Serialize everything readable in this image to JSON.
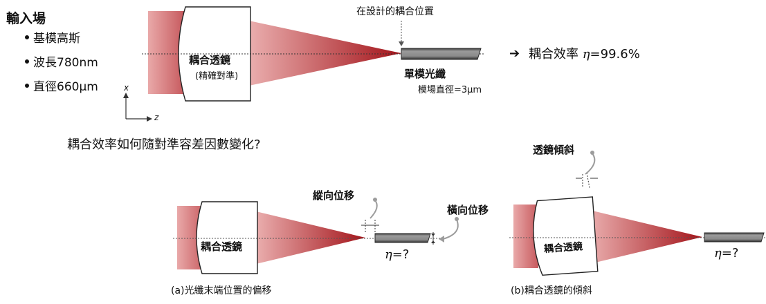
{
  "input_field": {
    "title": "輸入場",
    "bullets": [
      "基模高斯",
      "波長780nm",
      "直徑660μm"
    ]
  },
  "axes": {
    "x": "x",
    "z": "z"
  },
  "top_diagram": {
    "lens_label": "耦合透鏡",
    "lens_sub": "(精確對準)",
    "coupling_position": "在設計的耦合位置",
    "fiber_label": "單模光纖",
    "mode_field": "模場直徑=3μm",
    "result_arrow": "➔",
    "result_text": "耦合效率",
    "eta": "η",
    "result_value": "=99.6%"
  },
  "question": "耦合效率如何隨對準容差因數變化?",
  "panel_a": {
    "lens_label": "耦合透鏡",
    "longitudinal": "縱向位移",
    "lateral": "橫向位移",
    "eta": "η",
    "eta_value": "=?",
    "caption": "(a)光纖末端位置的偏移"
  },
  "panel_b": {
    "lens_label": "耦合透鏡",
    "tilt": "透鏡傾斜",
    "eta": "η",
    "eta_value": "=?",
    "caption": "(b)耦合透鏡的傾斜"
  },
  "colors": {
    "beam_light": "#e8a0a0",
    "beam_dark": "#a8151b",
    "fiber": "#8a8a8a",
    "fiber_dark": "#303030",
    "callout": "#999999"
  }
}
